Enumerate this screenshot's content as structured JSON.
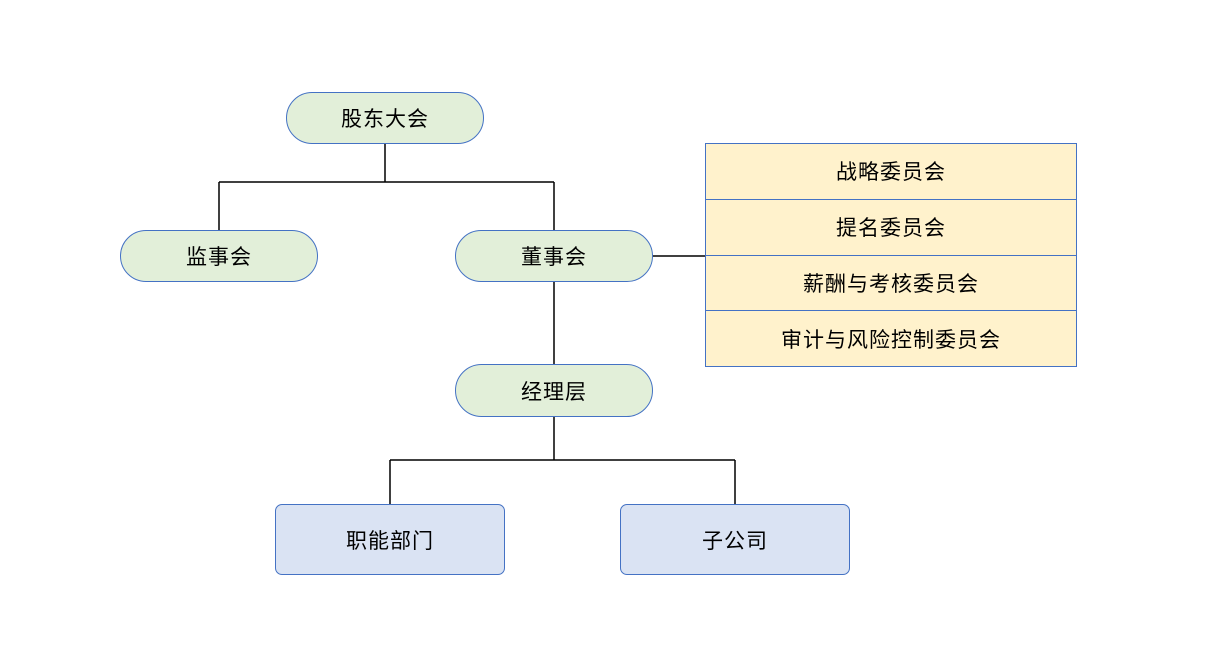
{
  "diagram": {
    "type": "org-chart",
    "nodes": {
      "shareholders": "股东大会",
      "supervisory": "监事会",
      "board": "董事会",
      "management": "经理层",
      "functional": "职能部门",
      "subsidiary": "子公司"
    },
    "committees": [
      "战略委员会",
      "提名委员会",
      "薪酬与考核委员会",
      "审计与风险控制委员会"
    ],
    "colors": {
      "pill_fill": "#e2efd9",
      "rect_fill": "#dae3f3",
      "table_fill": "#fff2cc",
      "shape_border": "#4472c4",
      "connector_line": "#000000",
      "text": "#000000"
    }
  }
}
